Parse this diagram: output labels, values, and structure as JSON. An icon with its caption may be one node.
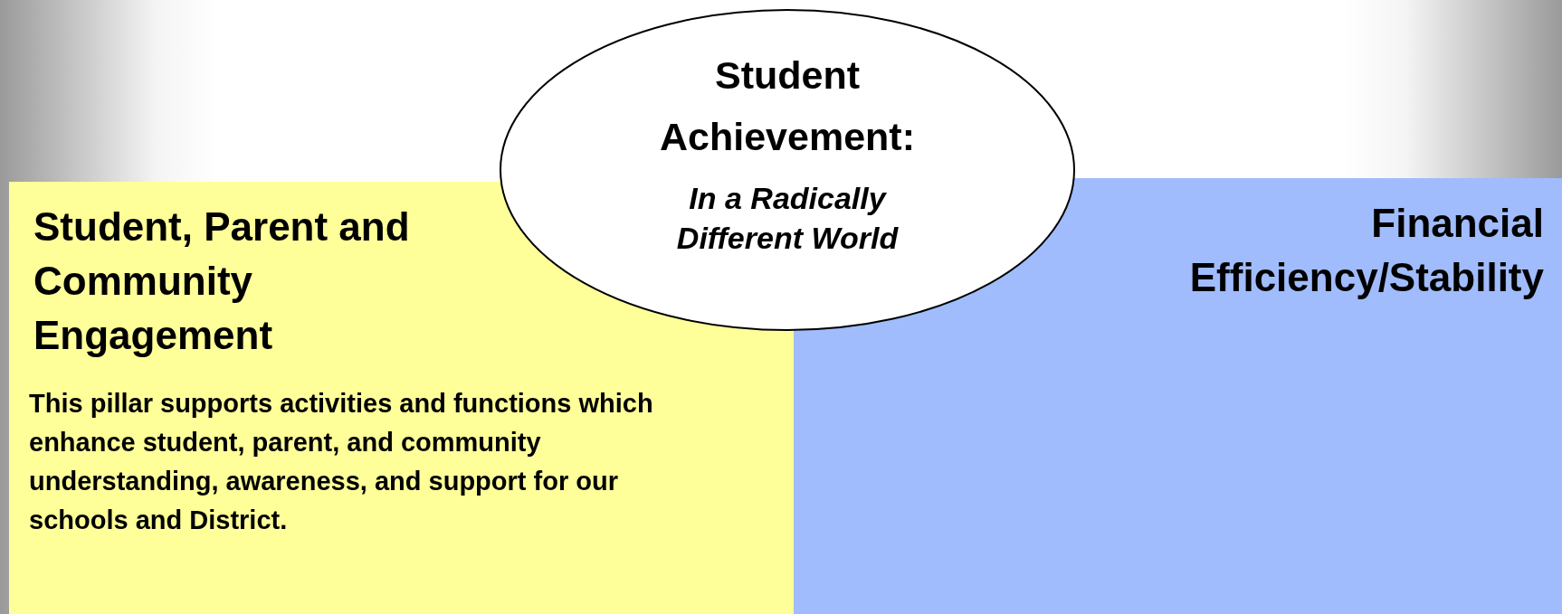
{
  "diagram": {
    "nodes": [
      {
        "text": [
          "Student Achievement:",
          "In a Radically Different World"
        ]
      },
      {
        "text": [
          "Student, Parent and Community Engagement",
          "This pillar supports activities and functions which enhance student, parent, and community understanding, awareness, and support for our schools and District."
        ]
      },
      {
        "text": [
          "Financial Efficiency/Stability"
        ]
      }
    ]
  }
}
